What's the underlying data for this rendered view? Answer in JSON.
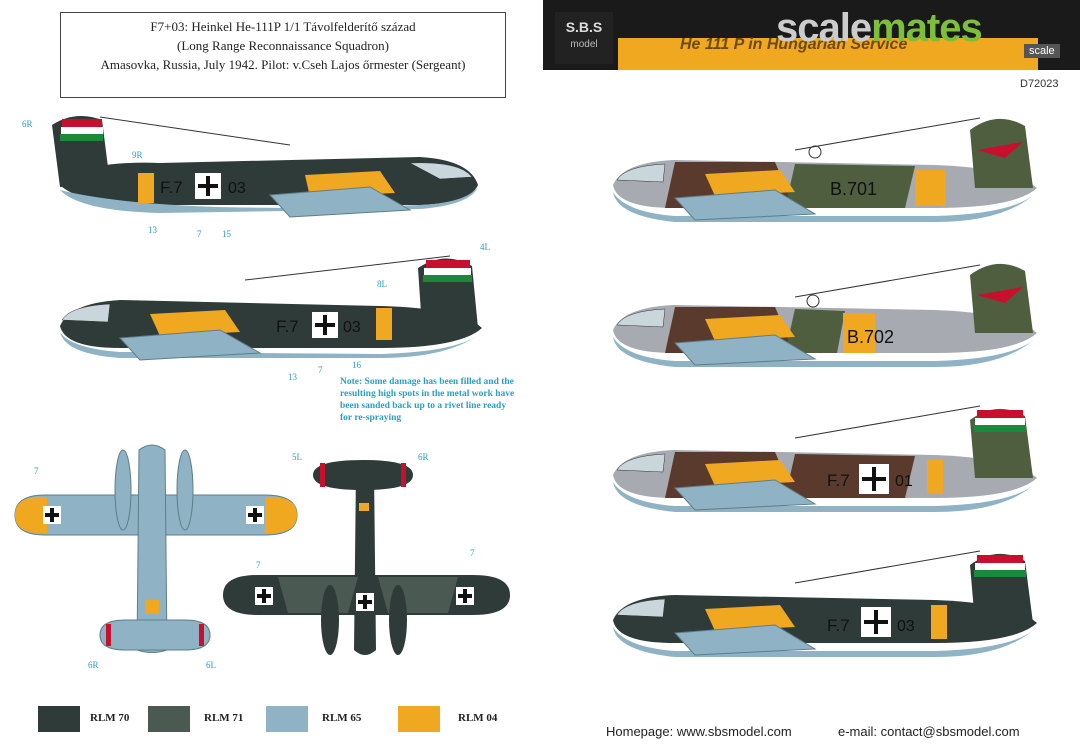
{
  "caption": {
    "line1": "F7+03: Heinkel He-111P 1/1 Távolfelderítő század",
    "line2": "(Long Range Reconnaissance Squadron)",
    "line3": "Amasovka, Russia, July 1942. Pilot: v.Cseh Lajos őrmester (Sergeant)"
  },
  "brand": {
    "logo_top": "S.B.S",
    "logo_bottom": "model",
    "series_title": "He 111 P in Hungarian Service",
    "product_code": "D72023",
    "watermark_main": "scale",
    "watermark_accent": "mates",
    "watermark_sub": "scale"
  },
  "note": "Note: Some damage has been filled and the resulting high spots in the metal work have been sanded back up to a rivet line ready for re-spraying",
  "callouts": {
    "c6r": "6R",
    "c9r": "9R",
    "c13a": "13",
    "c7a": "7",
    "c15a": "15",
    "c4l": "4L",
    "c8l": "8L",
    "c13b": "13",
    "c7b": "7",
    "c16b": "16",
    "c7c": "7",
    "c5l": "5L",
    "c6r2": "6R",
    "c7d": "7",
    "c7e": "7",
    "c6r3": "6R",
    "c6l": "6L"
  },
  "aircraft_codes": {
    "left1_a": "F.7",
    "left1_b": "03",
    "left2_a": "F.7",
    "left2_b": "03",
    "right1": "B.701",
    "right2": "B.702",
    "right3_a": "F.7",
    "right3_b": "01",
    "right4_a": "F.7",
    "right4_b": "03"
  },
  "legend": [
    {
      "name": "RLM 70",
      "color": "#2e3b38"
    },
    {
      "name": "RLM 71",
      "color": "#4a5a52"
    },
    {
      "name": "RLM 65",
      "color": "#8fb3c4"
    },
    {
      "name": "RLM 04",
      "color": "#f0a820"
    }
  ],
  "footer": {
    "homepage": "Homepage: www.sbsmodel.com",
    "email": "e-mail: contact@sbsmodel.com"
  },
  "colors": {
    "rlm70": "#2e3b38",
    "rlm71": "#4a5a52",
    "rlm65": "#8fb3c4",
    "rlm04": "#f0a820",
    "brown": "#5b3a2e",
    "green": "#4e5e3f",
    "grey": "#a7aab0"
  }
}
